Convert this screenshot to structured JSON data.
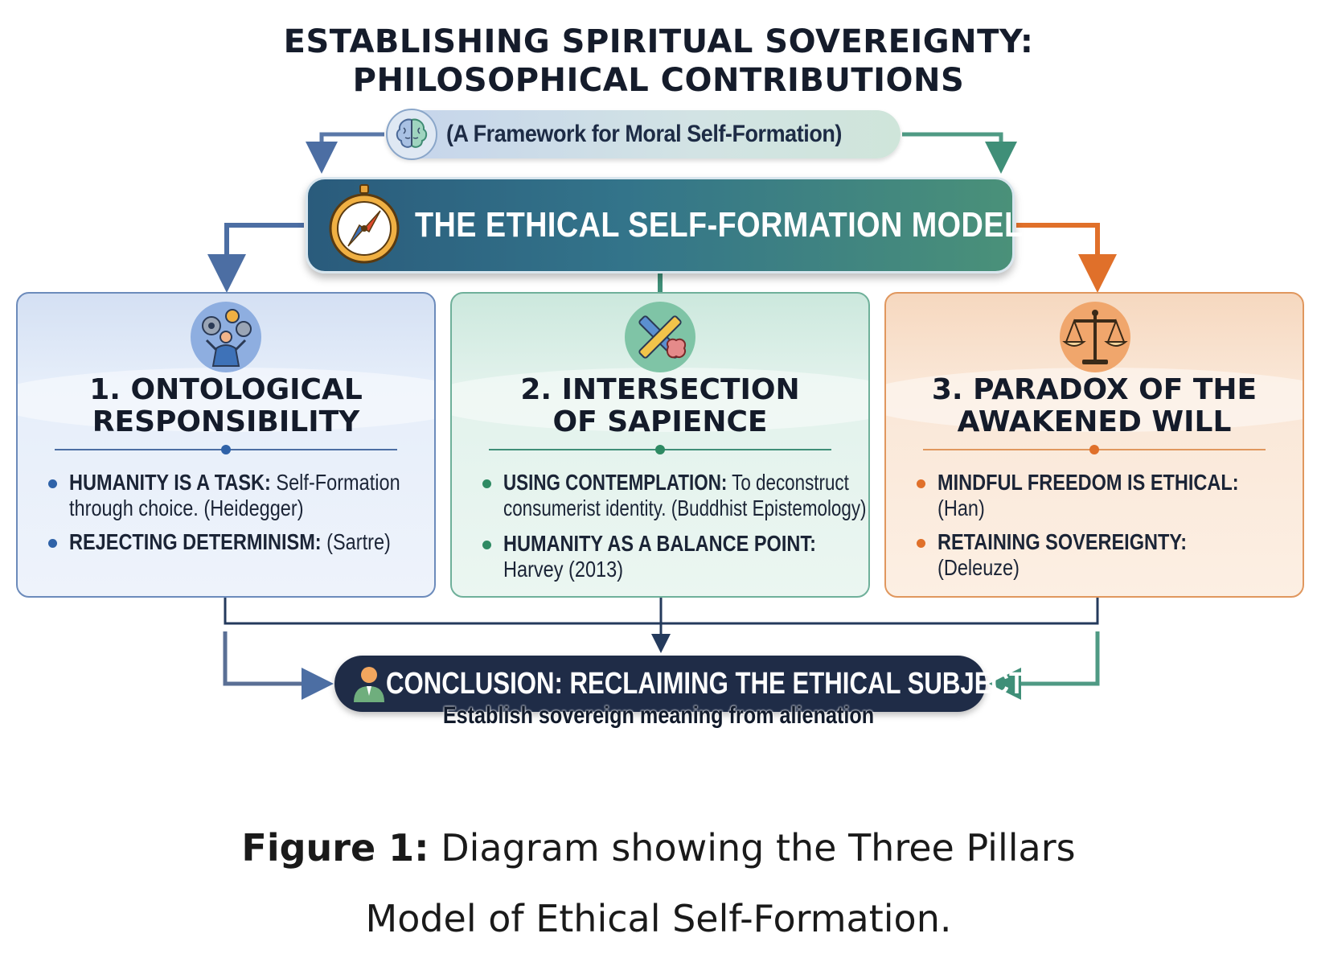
{
  "title": {
    "line1": "ESTABLISHING SPIRITUAL SOVEREIGNTY:",
    "line2": "PHILOSOPHICAL CONTRIBUTIONS"
  },
  "subtitle": "(A Framework for Moral Self-Formation)",
  "model_title": "THE ETHICAL SELF-FORMATION MODEL",
  "pillars": [
    {
      "title_line1": "1. ONTOLOGICAL",
      "title_line2": "RESPONSIBILITY",
      "accent": "#2f62a8",
      "bullets": [
        {
          "bold": "HUMANITY IS A TASK:",
          "text": " Self-Formation",
          "cont": "through choice. (Heidegger)"
        },
        {
          "bold": "REJECTING DETERMINISM:",
          "text": " (Sartre)",
          "cont": ""
        }
      ]
    },
    {
      "title_line1": "2. INTERSECTION",
      "title_line2": "OF SAPIENCE",
      "accent": "#2e8a63",
      "bullets": [
        {
          "bold": "USING CONTEMPLATION:",
          "text": " To deconstruct",
          "cont": "consumerist identity. (Buddhist Epistemology)"
        },
        {
          "bold": "HUMANITY AS A BALANCE POINT:",
          "text": "",
          "cont": "Harvey (2013)"
        }
      ]
    },
    {
      "title_line1": "3. PARADOX OF THE",
      "title_line2": "AWAKENED WILL",
      "accent": "#e0702a",
      "bullets": [
        {
          "bold": "MINDFUL FREEDOM IS ETHICAL:",
          "text": "",
          "cont": "(Han)"
        },
        {
          "bold": "RETAINING SOVEREIGNTY:",
          "text": "",
          "cont": "(Deleuze)"
        }
      ]
    }
  ],
  "conclusion": {
    "title": "CONCLUSION: RECLAIMING THE ETHICAL SUBJECT",
    "subtitle": "Establish sovereign meaning from alienation"
  },
  "caption": {
    "label": "Figure 1:",
    "line1": " Diagram showing the Three Pillars",
    "line2": "Model of Ethical Self-Formation."
  },
  "icons": [
    "brain-icon",
    "compass-icon",
    "gears-person-icon",
    "crossed-tools-brain-icon",
    "scales-icon",
    "person-icon"
  ]
}
